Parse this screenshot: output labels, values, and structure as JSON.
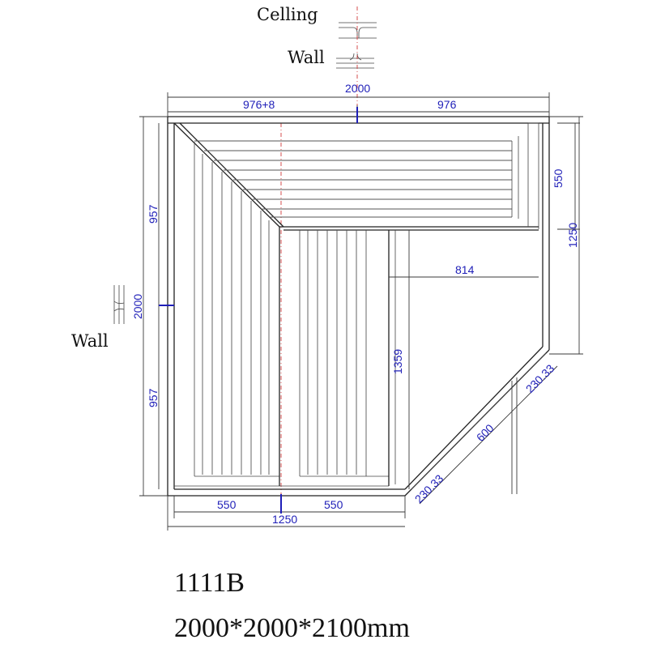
{
  "labels": {
    "ceiling": "Celling",
    "wall_top": "Wall",
    "wall_left": "Wall"
  },
  "dimensions": {
    "overall_width": "2000",
    "top_left": "976+8",
    "top_right": "976",
    "right_bench_depth": "550",
    "right_height": "1250",
    "inner_width": "814",
    "left_upper": "957",
    "left_overall": "2000",
    "left_lower": "957",
    "inner_height": "1359",
    "bottom_left": "550",
    "bottom_right": "550",
    "bottom_overall": "1250",
    "door_frame_upper": "230.33",
    "door_width": "600",
    "door_frame_lower": "230.33"
  },
  "caption": {
    "model": "1111B",
    "size": "2000*2000*2100mm"
  },
  "colors": {
    "dimension_text": "#1f1fb8",
    "center_line": "#d23c3c",
    "line": "#222222"
  }
}
